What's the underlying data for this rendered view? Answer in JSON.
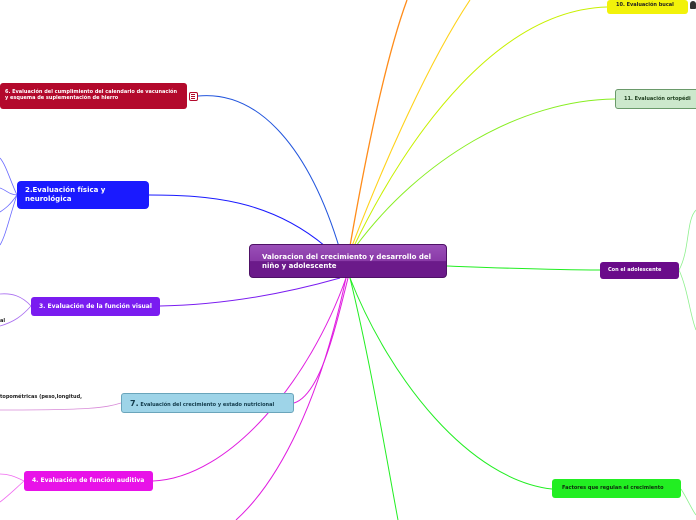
{
  "central_topic": "Valoracion del crecimiento y desarrollo del niño y adolescente",
  "nodes": {
    "n6": "6. Evaluación del cumplimiento del calendario de vacunación y esquema de suplementación de hierro",
    "n2": "2.Evaluación física y neurológica",
    "n3": "3. Evaluación de la función visual",
    "n7_number": "7.",
    "n7_text": "Evaluación del crecimiento y estado nutricional",
    "n4": "4. Evaluación de función auditiva",
    "n10": "10. Evaluación bucal",
    "n11": "11. Evaluación ortopédi",
    "adolescente": "Con el adolescente",
    "factores": "Factores que regulan el crecimiento"
  },
  "fragments": {
    "antropometricas": "topométricas (peso,longitud,",
    "al": "al"
  },
  "icons": {
    "notes": "notes-icon",
    "bulb": "lightbulb-icon"
  },
  "colors": {
    "central": "#6b1a8a",
    "n6": "#b3092c",
    "n2": "#1a1aff",
    "n3": "#7a1cf0",
    "n7": "#9ed4e8",
    "n4": "#e812e8",
    "n10": "#f2f20a",
    "n11": "#cce8cc",
    "adolescente": "#6a0b8a",
    "factores": "#22ee22"
  }
}
